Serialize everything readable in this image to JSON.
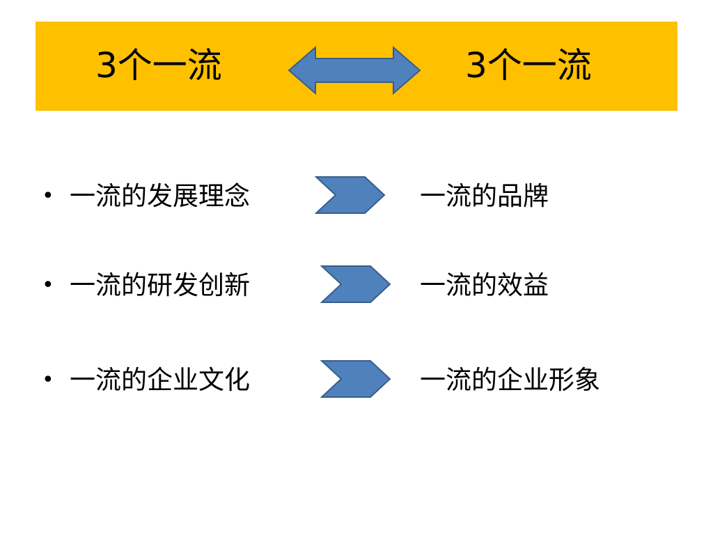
{
  "banner": {
    "left_title": "3个一流",
    "right_title": "3个一流"
  },
  "rows": [
    {
      "bullet": "•",
      "left": "一流的发展理念",
      "right": "一流的品牌"
    },
    {
      "bullet": "•",
      "left": "一流的研发创新",
      "right": "一流的效益"
    },
    {
      "bullet": "•",
      "left": "一流的企业文化",
      "right": "一流的企业形象"
    }
  ],
  "colors": {
    "banner": "#FFC000",
    "arrow_fill": "#4F81BD",
    "arrow_stroke": "#385D8A"
  },
  "icons": {
    "double_arrow": "left-right-arrow-icon",
    "chevron": "chevron-right-icon"
  }
}
